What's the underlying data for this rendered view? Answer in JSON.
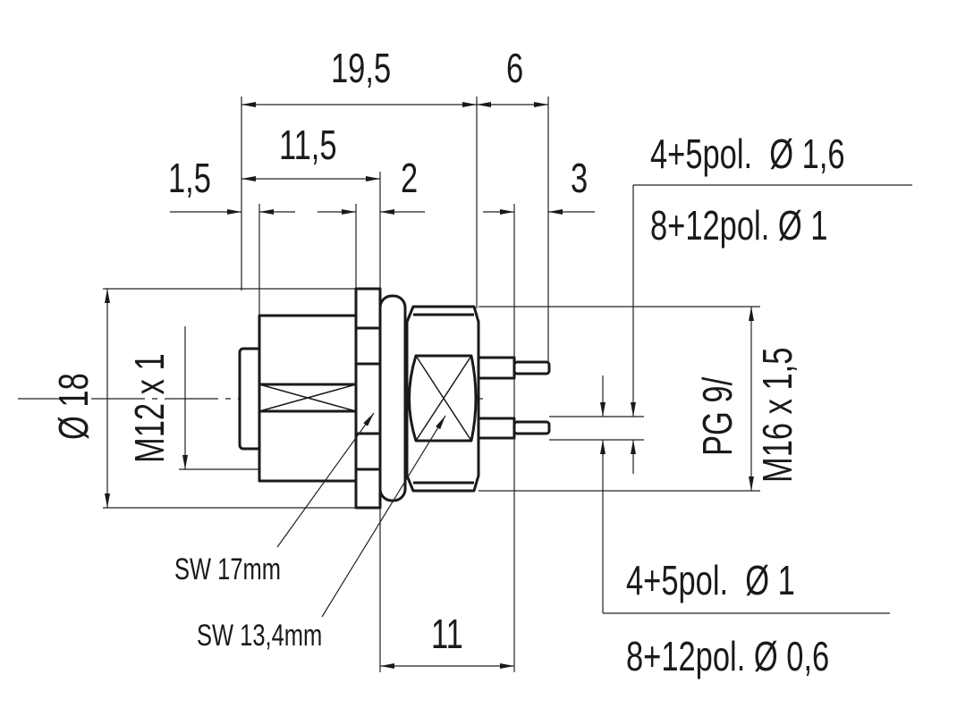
{
  "dimensions": {
    "overall_length": "19,5",
    "pin_length": "6",
    "body_length": "11,5",
    "knob": "1,5",
    "flange": "2",
    "pin_tip": "3",
    "pin_to_flange": "11",
    "diameter": "Ø 18",
    "thread_front": "M12 x 1",
    "thread_rear_1": "PG 9/",
    "thread_rear_2": "M16 x 1,5"
  },
  "pin_notes": {
    "top_1": "4+5pol.  Ø 1,6",
    "top_2": "8+12pol. Ø 1",
    "bottom_1": "4+5pol.  Ø 1",
    "bottom_2": "8+12pol. Ø 0,6"
  },
  "wrench_sizes": {
    "sw1": "SW 17mm",
    "sw2": "SW 13,4mm"
  }
}
